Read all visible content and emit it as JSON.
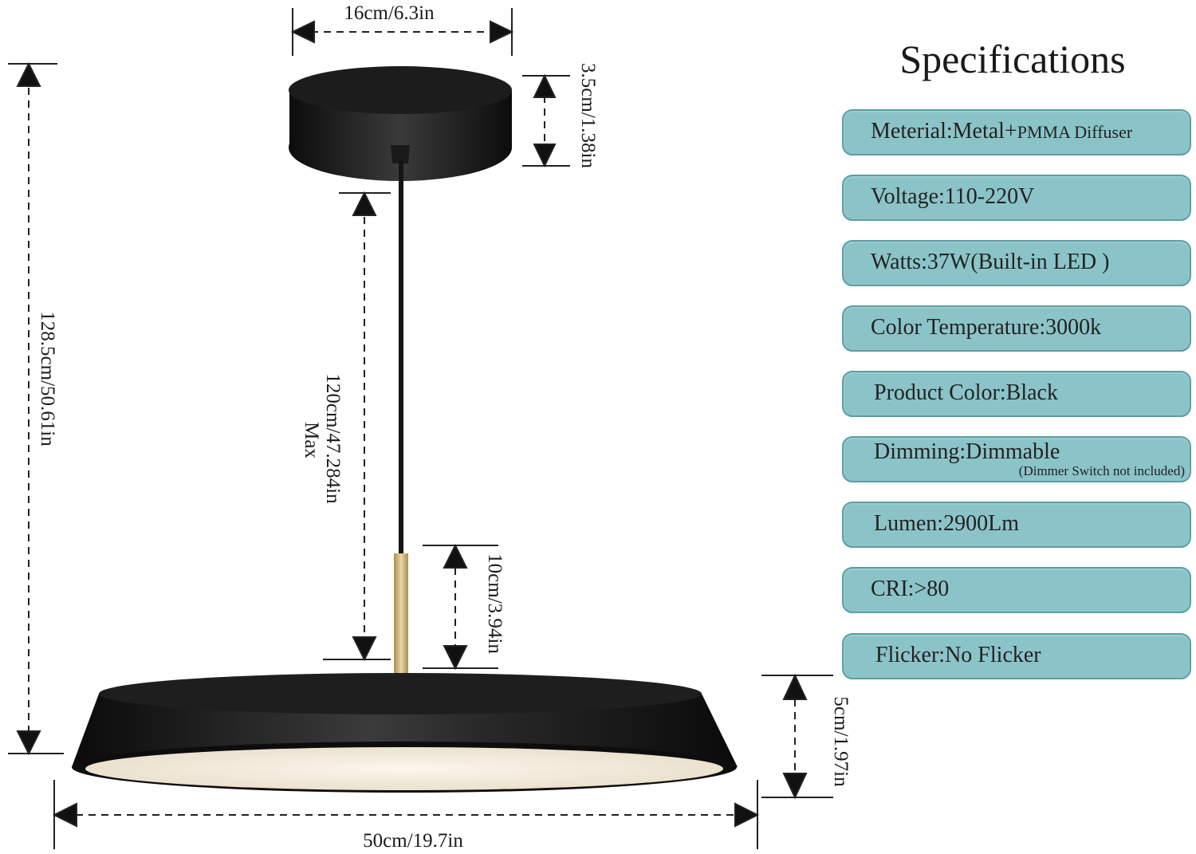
{
  "dimensions": {
    "canopy_width": "16cm/6.3in",
    "canopy_height": "3.5cm/1.38in",
    "total_height": "128.5cm/50.61in",
    "cord_length": "120cm/47.284in",
    "cord_max": "Max",
    "rod_length": "10cm/3.94in",
    "shade_height": "5cm/1.97in",
    "shade_width": "50cm/19.7in"
  },
  "specs": {
    "title": "Specifications",
    "items": [
      {
        "label": "Meterial:Metal+",
        "suffix": "PMMA Diffuser",
        "note": ""
      },
      {
        "label": "Voltage:110-220V",
        "suffix": "",
        "note": ""
      },
      {
        "label": "Watts:37W(Built-in LED )",
        "suffix": "",
        "note": ""
      },
      {
        "label": "Color Temperature:3000k",
        "suffix": "",
        "note": ""
      },
      {
        "label": "Product Color:Black",
        "suffix": "",
        "note": ""
      },
      {
        "label": "Dimming:Dimmable",
        "suffix": "",
        "note": "(Dimmer Switch not included)"
      },
      {
        "label": "Lumen:2900Lm",
        "suffix": "",
        "note": ""
      },
      {
        "label": "CRI:>80",
        "suffix": "",
        "note": ""
      },
      {
        "label": "Flicker:No Flicker",
        "suffix": "",
        "note": ""
      }
    ]
  },
  "colors": {
    "pill_fill": "#8bc4c8",
    "pill_border": "#5c9ea3",
    "lamp_black": "#141414",
    "brass": "#c9b27a",
    "diffuser": "#f6efe3"
  }
}
